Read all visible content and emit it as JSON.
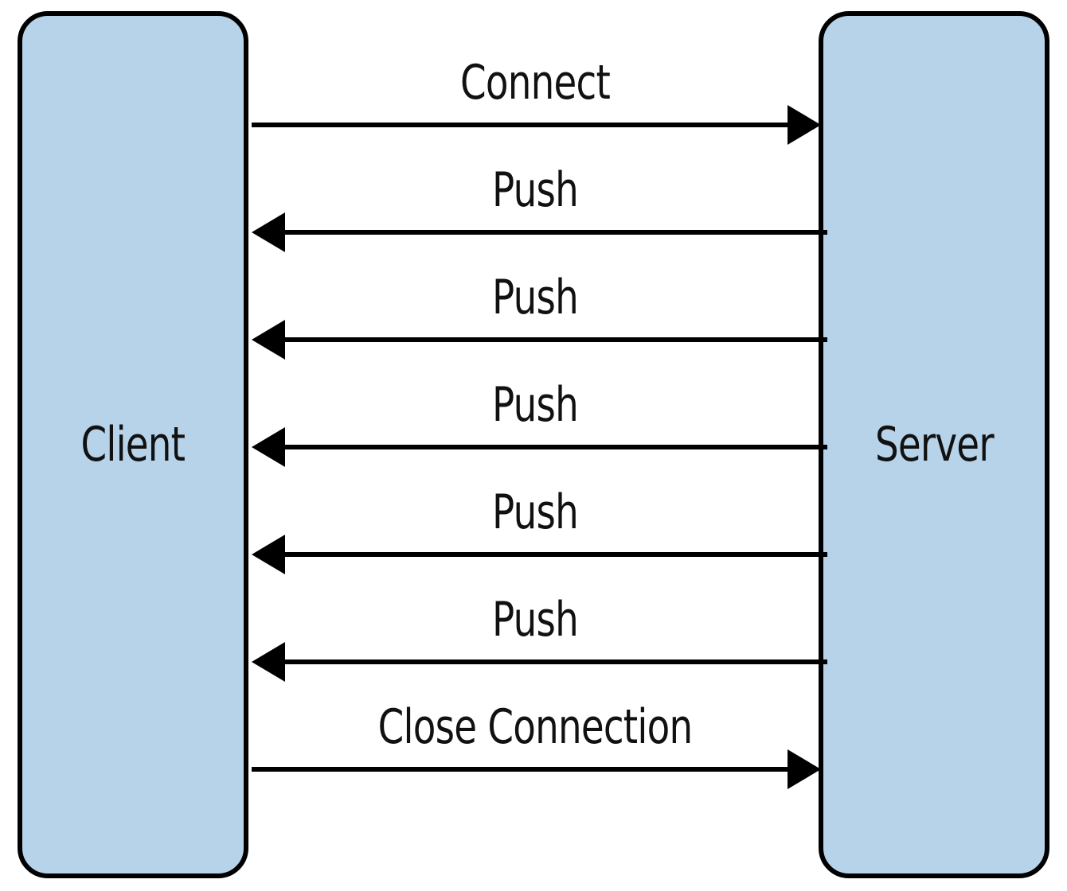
{
  "nodes": {
    "client": "Client",
    "server": "Server"
  },
  "messages": [
    {
      "label": "Connect",
      "direction": "client-to-server"
    },
    {
      "label": "Push",
      "direction": "server-to-client"
    },
    {
      "label": "Push",
      "direction": "server-to-client"
    },
    {
      "label": "Push",
      "direction": "server-to-client"
    },
    {
      "label": "Push",
      "direction": "server-to-client"
    },
    {
      "label": "Push",
      "direction": "server-to-client"
    },
    {
      "label": "Close Connection",
      "direction": "client-to-server"
    }
  ],
  "colors": {
    "node_fill": "#b7d3e9",
    "stroke": "#000000"
  }
}
